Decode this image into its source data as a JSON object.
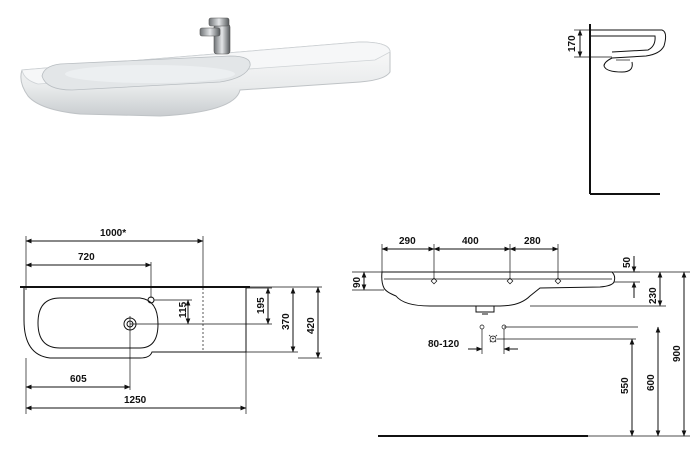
{
  "top_view": {
    "overall_width": "1000*",
    "bowl_offset": "720",
    "tap_hole_offset": "115",
    "edge_depth": "195",
    "mid_depth": "370",
    "total_depth": "420",
    "drain_offset": "605",
    "total_length": "1250"
  },
  "side_view": {
    "height": "170"
  },
  "front_view": {
    "hole_spacing_left": "290",
    "hole_spacing_mid": "400",
    "hole_spacing_right": "280",
    "rim_thickness": "50",
    "edge_height": "90",
    "bowl_depth": "230",
    "waste_spacing": "80-120",
    "waste_height_low": "550",
    "waste_height_high": "600",
    "rim_height": "900"
  }
}
